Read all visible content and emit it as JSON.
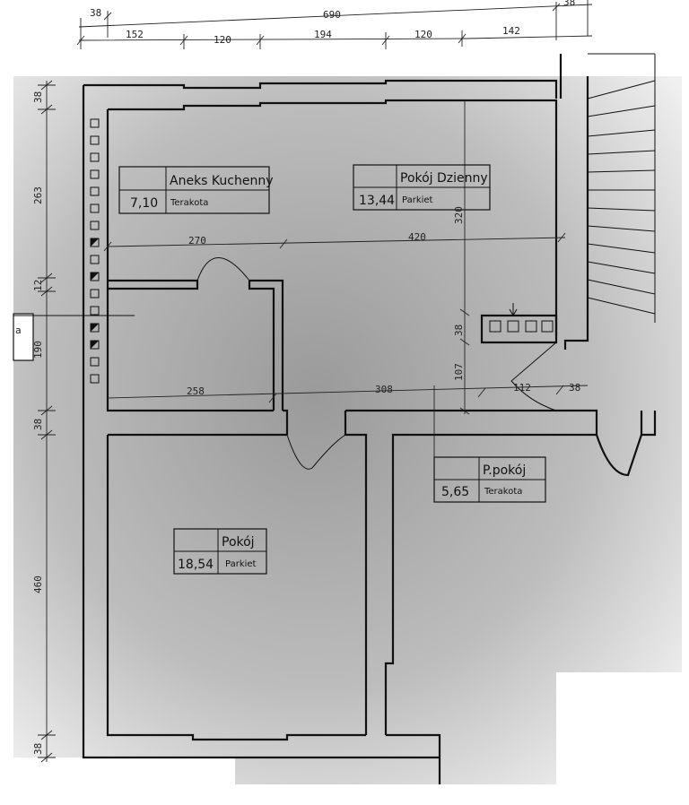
{
  "dimensions": {
    "top_total": "690",
    "top_left_small": "38",
    "top_right_small": "38",
    "top_segments": [
      "152",
      "120",
      "194",
      "120",
      "142"
    ],
    "left_segments": [
      "38",
      "263",
      "12",
      "190",
      "38",
      "460",
      "38"
    ],
    "inner_270": "270",
    "inner_420": "420",
    "inner_258": "258",
    "inner_308": "308",
    "inner_112": "112",
    "inner_38": "38",
    "vertical_320": "320",
    "vertical_38": "38",
    "vertical_107": "107",
    "side_label": "a"
  },
  "rooms": [
    {
      "name": "Aneks Kuchenny",
      "area": "7,10",
      "material": "Terakota"
    },
    {
      "name": "Pokój Dzienny",
      "area": "13,44",
      "material": "Parkiet"
    },
    {
      "name": "P.pokój",
      "area": "5,65",
      "material": "Terakota"
    },
    {
      "name": "Pokój",
      "area": "18,54",
      "material": "Parkiet"
    }
  ]
}
